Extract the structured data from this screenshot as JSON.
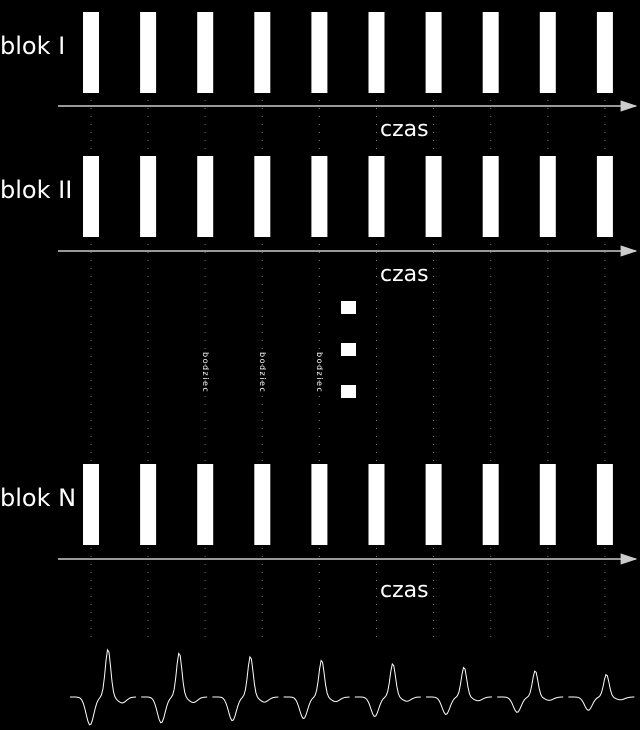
{
  "blocks": [
    {
      "label": "blok I",
      "axis_label": "czas"
    },
    {
      "label": "blok II",
      "axis_label": "czas"
    },
    {
      "label": "blok N",
      "axis_label": "czas"
    }
  ],
  "stimulus_label": "bodziec",
  "stimulus_count": 10,
  "ellipsis_dots": 3,
  "waveform_count": 8,
  "colors": {
    "background": "#000000",
    "foreground": "#ffffff",
    "axis": "#cccccc",
    "guide": "#777777"
  }
}
